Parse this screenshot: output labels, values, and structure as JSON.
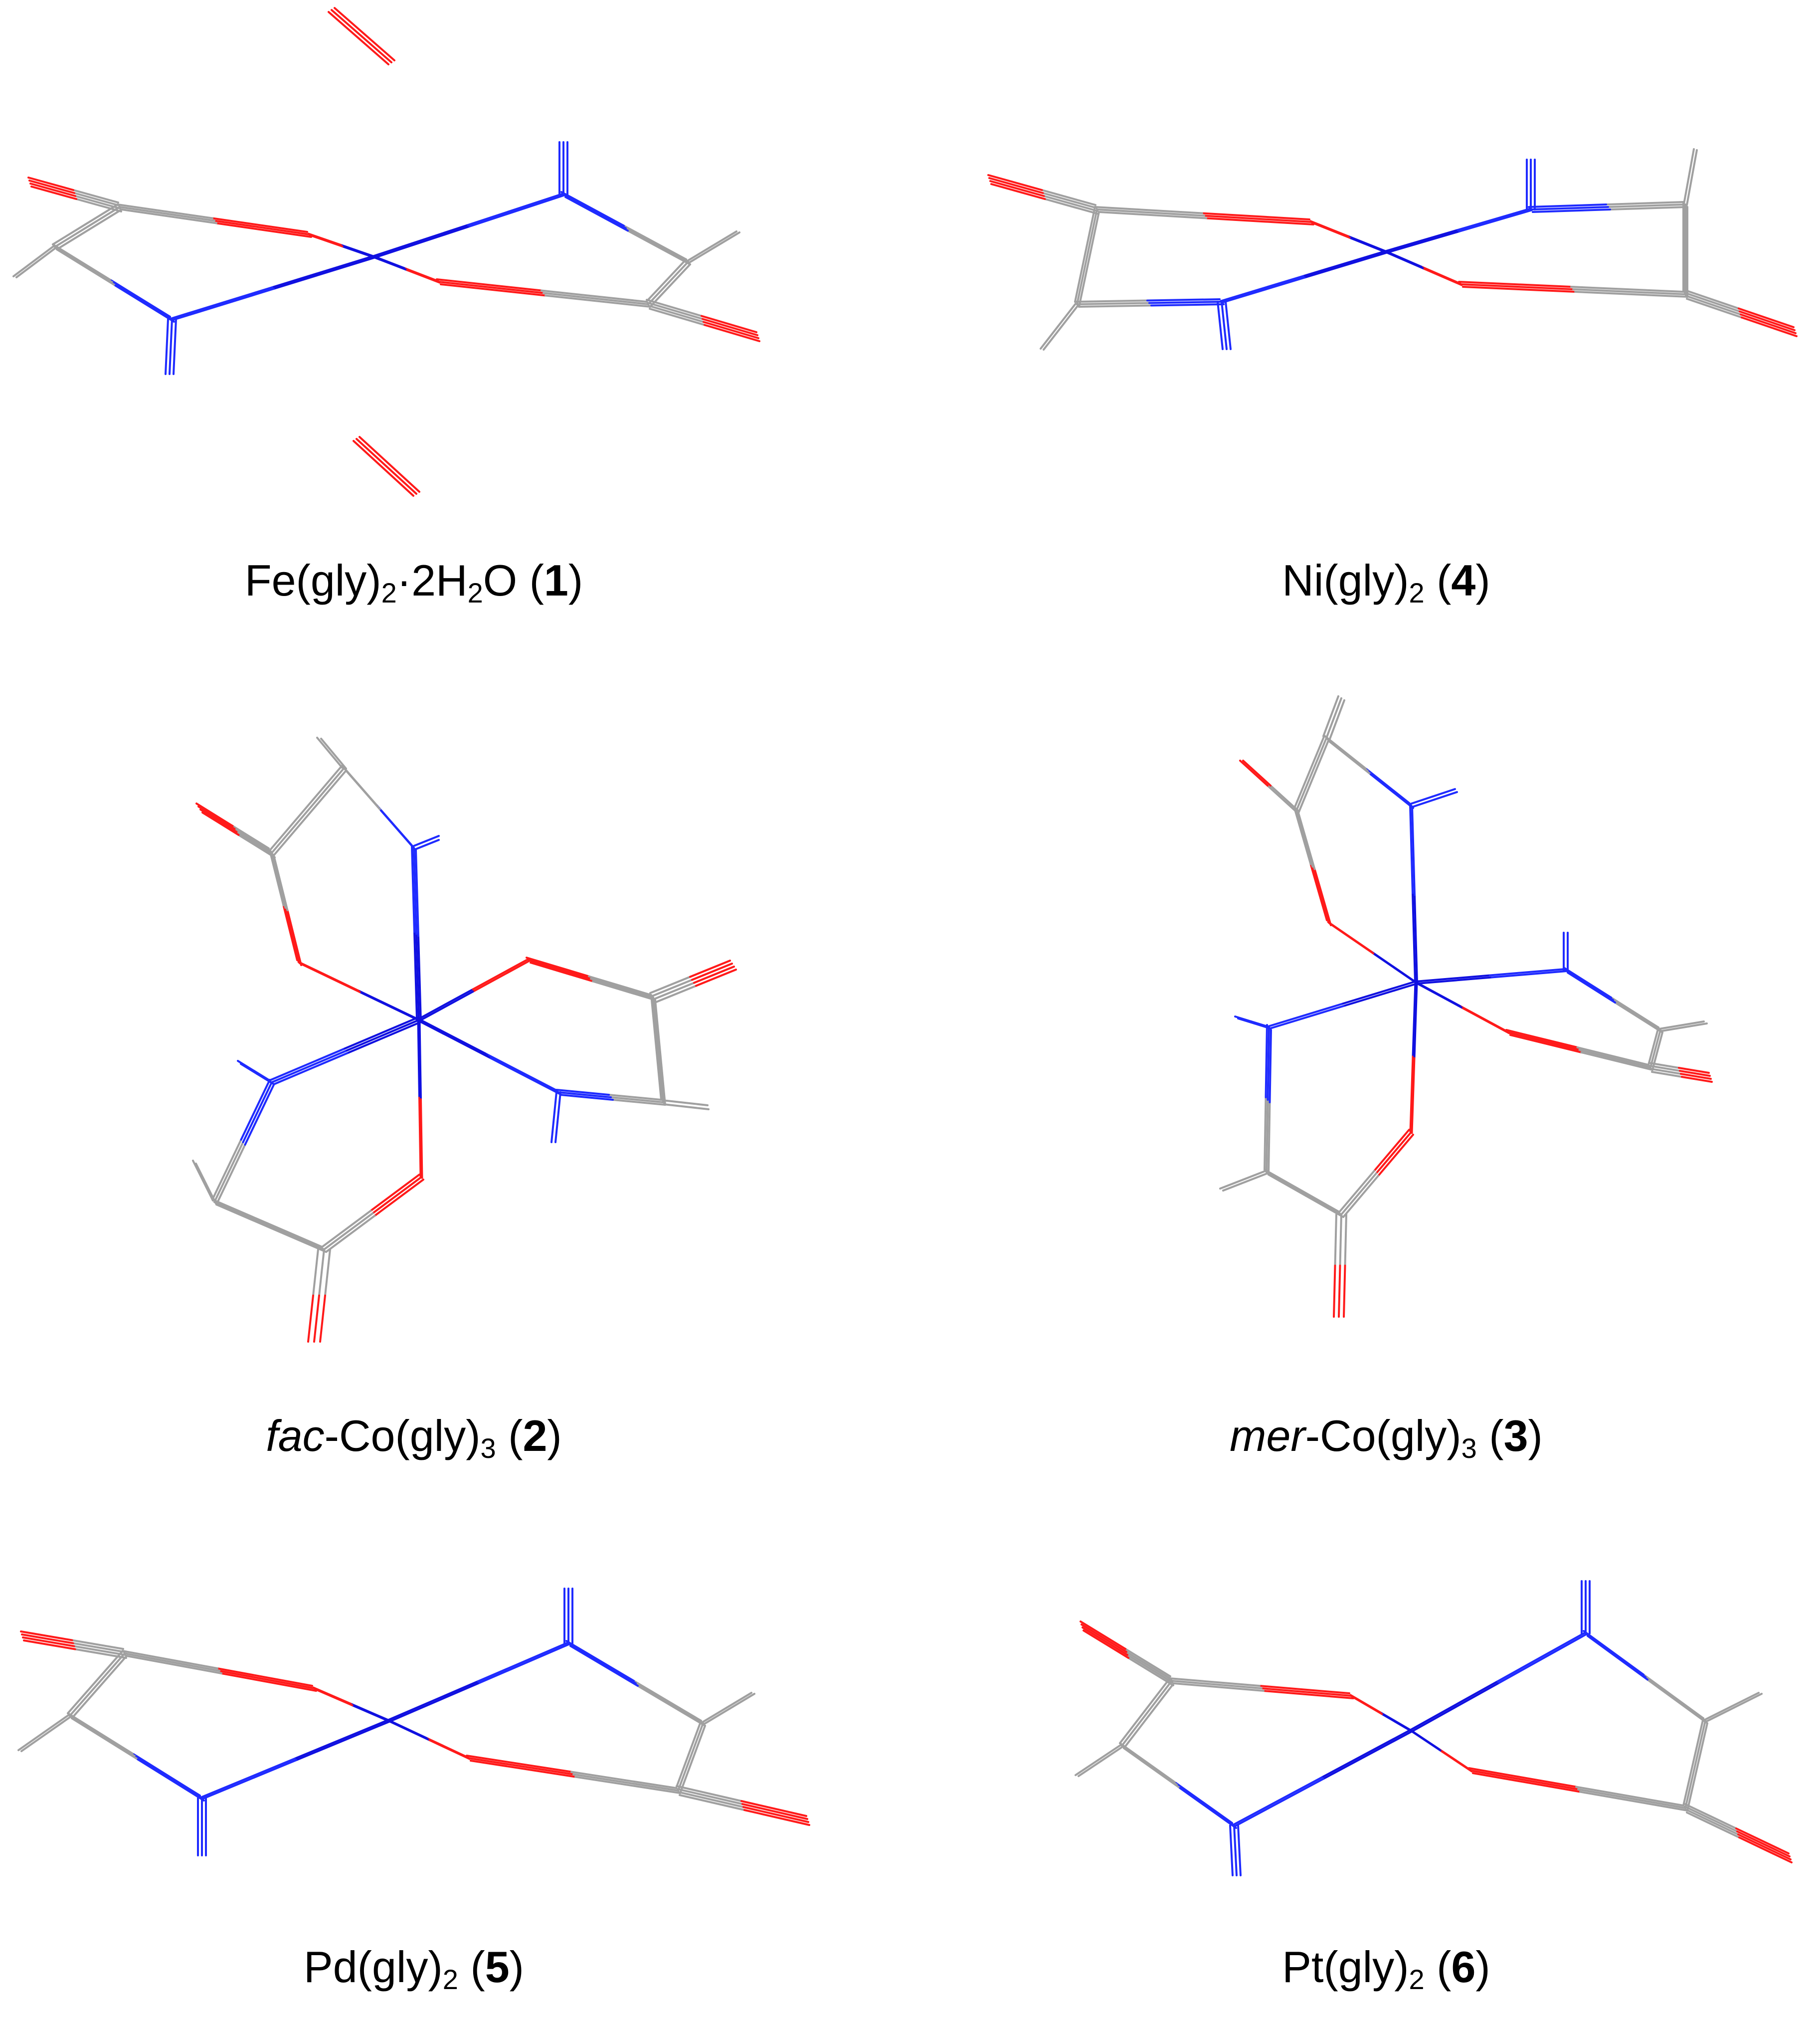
{
  "colors": {
    "carbon": "#a0a0a0",
    "nitrogen": "#1f2bff",
    "oxygen": "#ff1a1a",
    "metal_bond": "#1010e0"
  },
  "panels": [
    {
      "id": "fe",
      "caption": {
        "prefix": "",
        "main": "Fe(gly)",
        "sub1": "2",
        "mid": "·2H",
        "sub2": "2",
        "tail": "O (",
        "num": "1",
        "close": ")"
      }
    },
    {
      "id": "ni",
      "caption": {
        "prefix": "",
        "main": "Ni(gly)",
        "sub1": "2",
        "mid": "",
        "sub2": "",
        "tail": " (",
        "num": "4",
        "close": ")"
      }
    },
    {
      "id": "fac",
      "caption": {
        "prefix": "fac",
        "main": "-Co(gly)",
        "sub1": "3",
        "mid": "",
        "sub2": "",
        "tail": " (",
        "num": "2",
        "close": ")"
      }
    },
    {
      "id": "mer",
      "caption": {
        "prefix": "mer",
        "main": "-Co(gly)",
        "sub1": "3",
        "mid": "",
        "sub2": "",
        "tail": " (",
        "num": "3",
        "close": ")"
      }
    },
    {
      "id": "pd",
      "caption": {
        "prefix": "",
        "main": "Pd(gly)",
        "sub1": "2",
        "mid": "",
        "sub2": "",
        "tail": " (",
        "num": "5",
        "close": ")"
      }
    },
    {
      "id": "pt",
      "caption": {
        "prefix": "",
        "main": "Pt(gly)",
        "sub1": "2",
        "mid": "",
        "sub2": "",
        "tail": " (",
        "num": "6",
        "close": ")"
      }
    }
  ]
}
